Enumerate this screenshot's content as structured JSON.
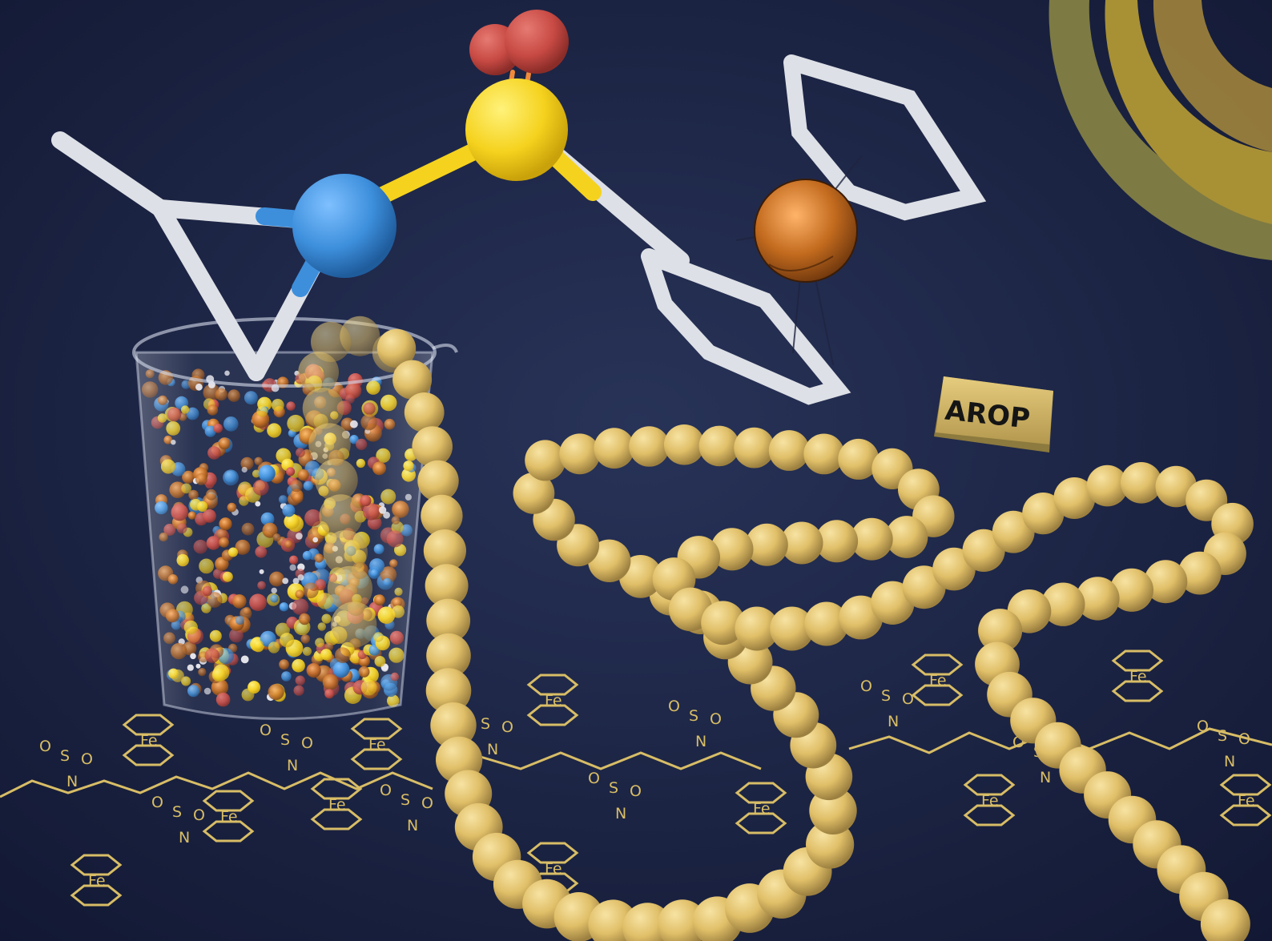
{
  "label": {
    "text": "AROP"
  },
  "formula": {
    "fe": "Fe",
    "s": "S",
    "n": "N",
    "o": "O"
  },
  "colors": {
    "background": "#1b2340",
    "bead": "#e3c26a",
    "gold_structure": "#d8bd66",
    "nitrogen": "#3d8fdc",
    "sulfur": "#f5d21e",
    "oxygen": "#c84a44",
    "iron": "#c26a1e",
    "bond": "#dde0e6"
  }
}
